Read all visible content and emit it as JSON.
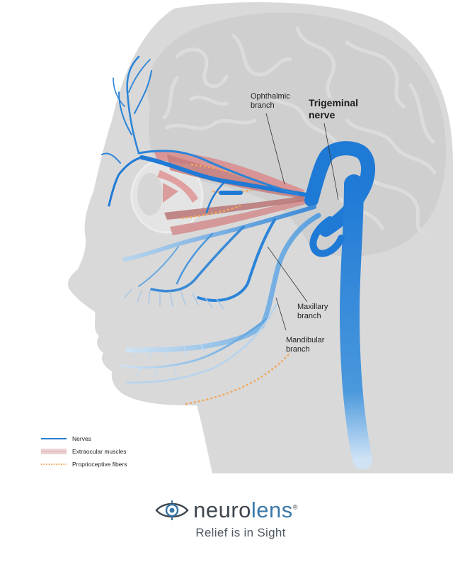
{
  "labels": {
    "ophthalmic": [
      "Ophthalmic",
      "branch"
    ],
    "trigeminal": [
      "Trigeminal",
      "nerve"
    ],
    "maxillary": [
      "Maxillary",
      "branch"
    ],
    "mandibular": [
      "Mandibular",
      "branch"
    ]
  },
  "legend": [
    {
      "label": "Nerves",
      "color": "#2a7fd0",
      "icon": "nerve-line-icon"
    },
    {
      "label": "Extraocular muscles",
      "color": "#e8c0c4",
      "icon": "muscle-swatch-icon"
    },
    {
      "label": "Proprioceptive fibers",
      "color": "#f0b469",
      "icon": "fiber-dotted-icon"
    }
  ],
  "brand": {
    "name_part1": "neuro",
    "name_part2": "lens",
    "registered": "®",
    "tagline": "Relief is in Sight",
    "icon": "eye-logo-icon"
  },
  "colors": {
    "head": "#d9d9d9",
    "brain": "#cfcfcf",
    "nerve": "#1f7ad6",
    "muscle": "#c97b7b",
    "fiber": "#f0a860"
  }
}
